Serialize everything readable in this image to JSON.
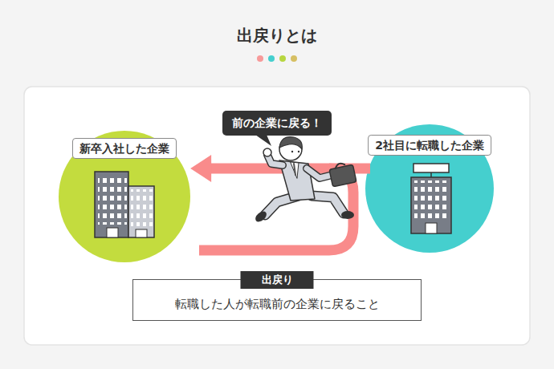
{
  "diagram": {
    "title": "出戻りとは",
    "nodes": [
      {
        "text": [
          "新卒入社した企業"
        ]
      },
      {
        "text": [
          "前の企業に戻る！"
        ]
      },
      {
        "text": [
          "2社目に転職した企業"
        ]
      },
      {
        "text": [
          "出戻り",
          "転職した人が転職前の企業に戻ること"
        ]
      }
    ],
    "edges": [
      {
        "from": 2,
        "to": 0,
        "arrow": "to"
      }
    ]
  }
}
